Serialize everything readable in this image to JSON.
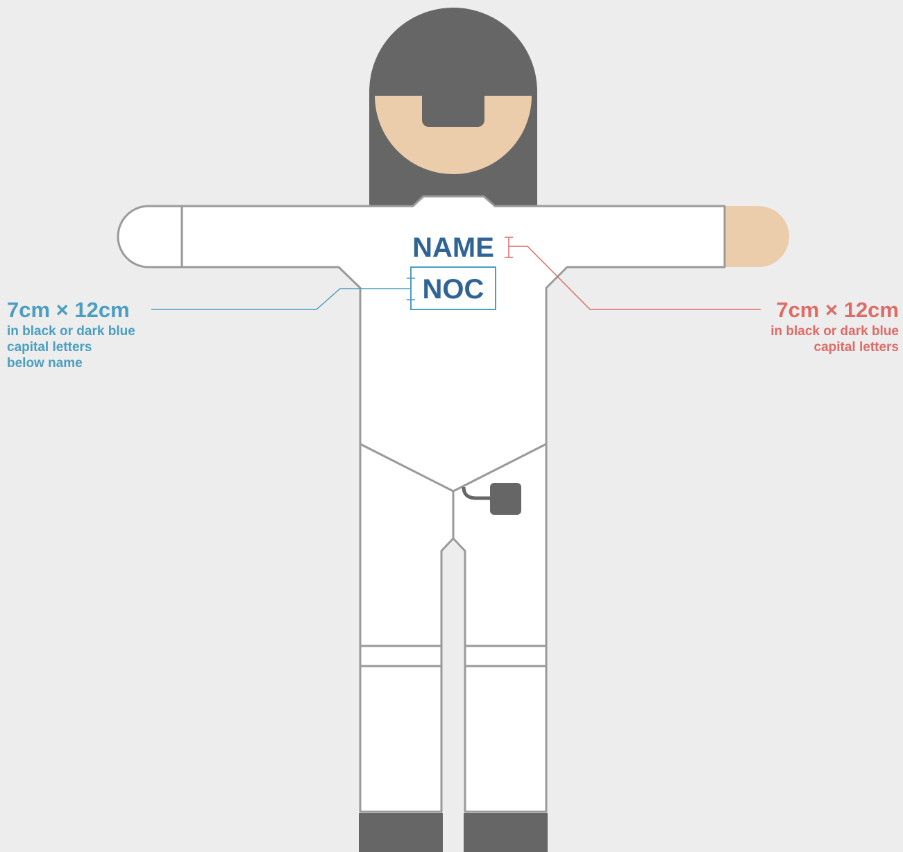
{
  "figure": {
    "name_label": "NAME",
    "noc_label": "NOC"
  },
  "annotations": {
    "left": {
      "dimension": "7cm × 12cm",
      "lines": [
        "in black or dark blue",
        "capital letters",
        "below name"
      ]
    },
    "right": {
      "dimension": "7cm × 12cm",
      "lines": [
        "in black or dark blue",
        "capital letters"
      ]
    }
  },
  "colors": {
    "background": "#ededed",
    "suit": "#ffffff",
    "outline": "#9a9a9a",
    "mask": "#666666",
    "skin": "#eccdab",
    "lettering": "#2f6496",
    "noc_annotation": "#4a9ec0",
    "name_annotation": "#de6b66"
  }
}
